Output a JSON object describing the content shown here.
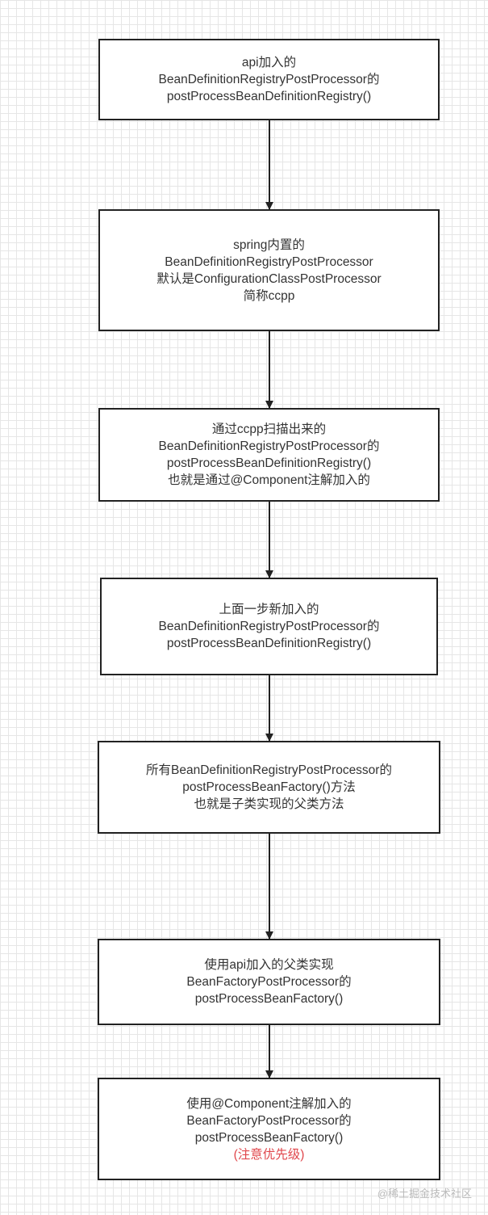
{
  "nodes": [
    {
      "lines": [
        "api加入的",
        "BeanDefinitionRegistryPostProcessor的",
        "postProcessBeanDefinitionRegistry()"
      ]
    },
    {
      "lines": [
        "spring内置的",
        "BeanDefinitionRegistryPostProcessor",
        "默认是ConfigurationClassPostProcessor",
        "简称ccpp"
      ]
    },
    {
      "lines": [
        "通过ccpp扫描出来的",
        "BeanDefinitionRegistryPostProcessor的",
        "postProcessBeanDefinitionRegistry()",
        "也就是通过@Component注解加入的"
      ]
    },
    {
      "lines": [
        "上面一步新加入的",
        "BeanDefinitionRegistryPostProcessor的",
        "postProcessBeanDefinitionRegistry()"
      ]
    },
    {
      "lines": [
        "所有BeanDefinitionRegistryPostProcessor的",
        "postProcessBeanFactory()方法",
        "也就是子类实现的父类方法"
      ]
    },
    {
      "lines": [
        "使用api加入的父类实现",
        "BeanFactoryPostProcessor的",
        "postProcessBeanFactory()"
      ]
    },
    {
      "lines": [
        "使用@Component注解加入的",
        "BeanFactoryPostProcessor的",
        "postProcessBeanFactory()"
      ],
      "note": "(注意优先级)"
    }
  ],
  "note_color": "#e0484d",
  "watermark": "@稀土掘金技术社区"
}
